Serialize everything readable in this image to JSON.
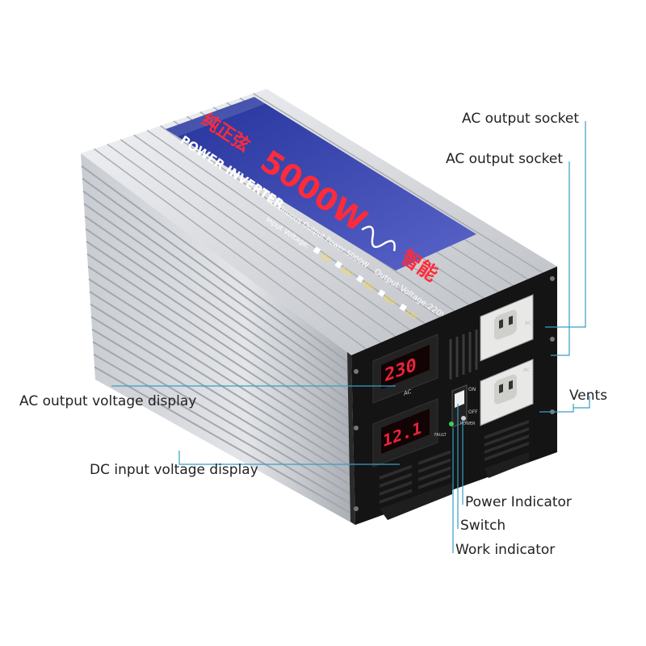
{
  "product": {
    "label_cn_title": "纯正弦",
    "label_title": "POWER INVERTER",
    "label_power": "5000W",
    "label_cn_smart": "智能",
    "label_spec_continuous": "Continuous Output Power:5000W",
    "label_spec_output": "Output Voltage:220VAC",
    "label_spec_input": "Input Voltage:",
    "label_input_options": [
      "12V",
      "24V",
      "48V",
      "60V",
      "72V"
    ],
    "ac_display_value": "230",
    "ac_display_unit": "AC",
    "dc_display_value": "12.1",
    "socket_label": "AC",
    "switch_on": "ON",
    "switch_off": "OFF",
    "fault_label": "FAULT",
    "power_label": "POWER"
  },
  "callouts": {
    "ac_socket_1": "AC output socket",
    "ac_socket_2": "AC output socket",
    "ac_voltage_display": "AC output voltage display",
    "dc_voltage_display": "DC input voltage display",
    "vents": "Vents",
    "power_indicator": "Power Indicator",
    "switch": "Switch",
    "work_indicator": "Work indicator"
  },
  "colors": {
    "line": "#3a9ec4",
    "led": "#e8253a",
    "label_bg": "#1d2a8c",
    "label_red": "#d91e2a"
  }
}
